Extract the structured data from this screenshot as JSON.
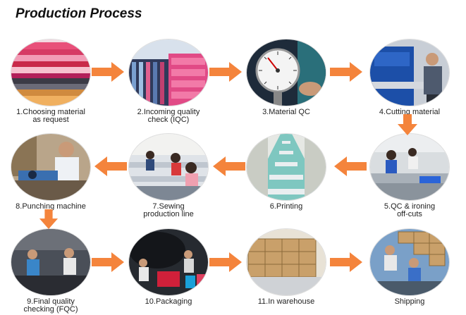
{
  "title": "Production Process",
  "arrow_color": "#f4843c",
  "steps": [
    {
      "label": "1.Choosing material\nas request",
      "icon": "fabric-rolls"
    },
    {
      "label": "2.Incoming quality\ncheck (IQC)",
      "icon": "fabric-stack"
    },
    {
      "label": "3.Material QC",
      "icon": "thickness-gauge"
    },
    {
      "label": "4.Cutting material",
      "icon": "cutting-machine"
    },
    {
      "label": "8.Punching machine",
      "icon": "punching-worker"
    },
    {
      "label": "7.Sewing\nproduction line",
      "icon": "sewing-line"
    },
    {
      "label": "6.Printing",
      "icon": "printing-table"
    },
    {
      "label": "5.QC & ironing\noff-cuts",
      "icon": "ironing-workers"
    },
    {
      "label": "9.Final quality\nchecking (FQC)",
      "icon": "inspection-workers"
    },
    {
      "label": "10.Packaging",
      "icon": "packaging-workers"
    },
    {
      "label": "11.In warehouse",
      "icon": "warehouse-boxes"
    },
    {
      "label": "Shipping",
      "icon": "shipping-workers"
    }
  ]
}
